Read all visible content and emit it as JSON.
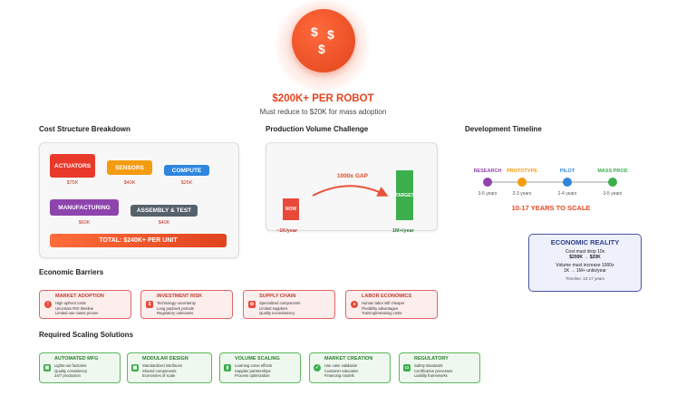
{
  "hero": {
    "icon_glyphs": [
      "$",
      "$",
      "$"
    ],
    "headline": "$200K+ PER ROBOT",
    "subhead": "Must reduce to $20K for mass adoption"
  },
  "sections": {
    "cost": "Cost Structure Breakdown",
    "volume": "Production Volume Challenge",
    "timeline": "Development Timeline",
    "barriers": "Economic Barriers",
    "solutions": "Required Scaling Solutions"
  },
  "cost": {
    "items": [
      {
        "label": "ACTUATORS",
        "value": "$75K",
        "color": "#e8392b"
      },
      {
        "label": "SENSORS",
        "value": "$40K",
        "color": "#f39c12"
      },
      {
        "label": "COMPUTE",
        "value": "$25K",
        "color": "#2e86de"
      },
      {
        "label": "MANUFACTURING",
        "value": "$60K",
        "color": "#8e44ad"
      },
      {
        "label": "ASSEMBLY & TEST",
        "value": "$40K",
        "color": "#56616b"
      }
    ],
    "total": "TOTAL: $240K+ PER UNIT"
  },
  "volume": {
    "gap_label": "1000x GAP",
    "now_label": "NOW",
    "target_label": "TARGET",
    "now_value": "~1K/year",
    "target_value": "1M+/year",
    "now_color": "#e84a3a",
    "target_color": "#3cae4c"
  },
  "timeline": {
    "phases": [
      {
        "name": "RESEARCH",
        "duration": "3-5 years",
        "color": "#8e44ad"
      },
      {
        "name": "PROTOTYPE",
        "duration": "2-3 years",
        "color": "#f39c12"
      },
      {
        "name": "PILOT",
        "duration": "2-4 years",
        "color": "#2e86de"
      },
      {
        "name": "MASS PROD",
        "duration": "3-5 years",
        "color": "#3cae4c"
      }
    ],
    "summary": "10-17 YEARS TO SCALE"
  },
  "economic_reality": {
    "title": "ECONOMIC REALITY",
    "line1": "Cost must drop 10x",
    "line2": "$200K → $20K",
    "line3": "Volume must increase 1000x",
    "line4": "1K → 1M+ units/year",
    "line5": "Timeline: 10-17 years"
  },
  "barriers": [
    {
      "title": "MARKET ADOPTION",
      "icon": "!",
      "items": [
        "High upfront costs",
        "Uncertain ROI timeline",
        "Limited use cases proven"
      ]
    },
    {
      "title": "INVESTMENT RISK",
      "icon": "$",
      "items": [
        "Technology uncertainty",
        "Long payback periods",
        "Regulatory unknowns"
      ]
    },
    {
      "title": "SUPPLY CHAIN",
      "icon": "⚙",
      "items": [
        "Specialized components",
        "Limited suppliers",
        "Quality inconsistency"
      ]
    },
    {
      "title": "LABOR ECONOMICS",
      "icon": "●",
      "items": [
        "Human labor still cheaper",
        "Flexibility advantages",
        "Training/retraining costs"
      ]
    }
  ],
  "solutions": [
    {
      "title": "AUTOMATED MFG",
      "icon": "▣",
      "items": [
        "Lights-out factories",
        "Quality consistency",
        "24/7 production"
      ]
    },
    {
      "title": "MODULAR DESIGN",
      "icon": "▦",
      "items": [
        "Standardized interfaces",
        "Shared components",
        "Economies of scale"
      ]
    },
    {
      "title": "VOLUME SCALING",
      "icon": "▮",
      "items": [
        "Learning curve effects",
        "Supplier partnerships",
        "Process optimization"
      ]
    },
    {
      "title": "MARKET CREATION",
      "icon": "✓",
      "items": [
        "Use case validation",
        "Customer education",
        "Financing models"
      ]
    },
    {
      "title": "REGULATORY",
      "icon": "▭",
      "items": [
        "Safety standards",
        "Certification processes",
        "Liability frameworks"
      ]
    }
  ]
}
